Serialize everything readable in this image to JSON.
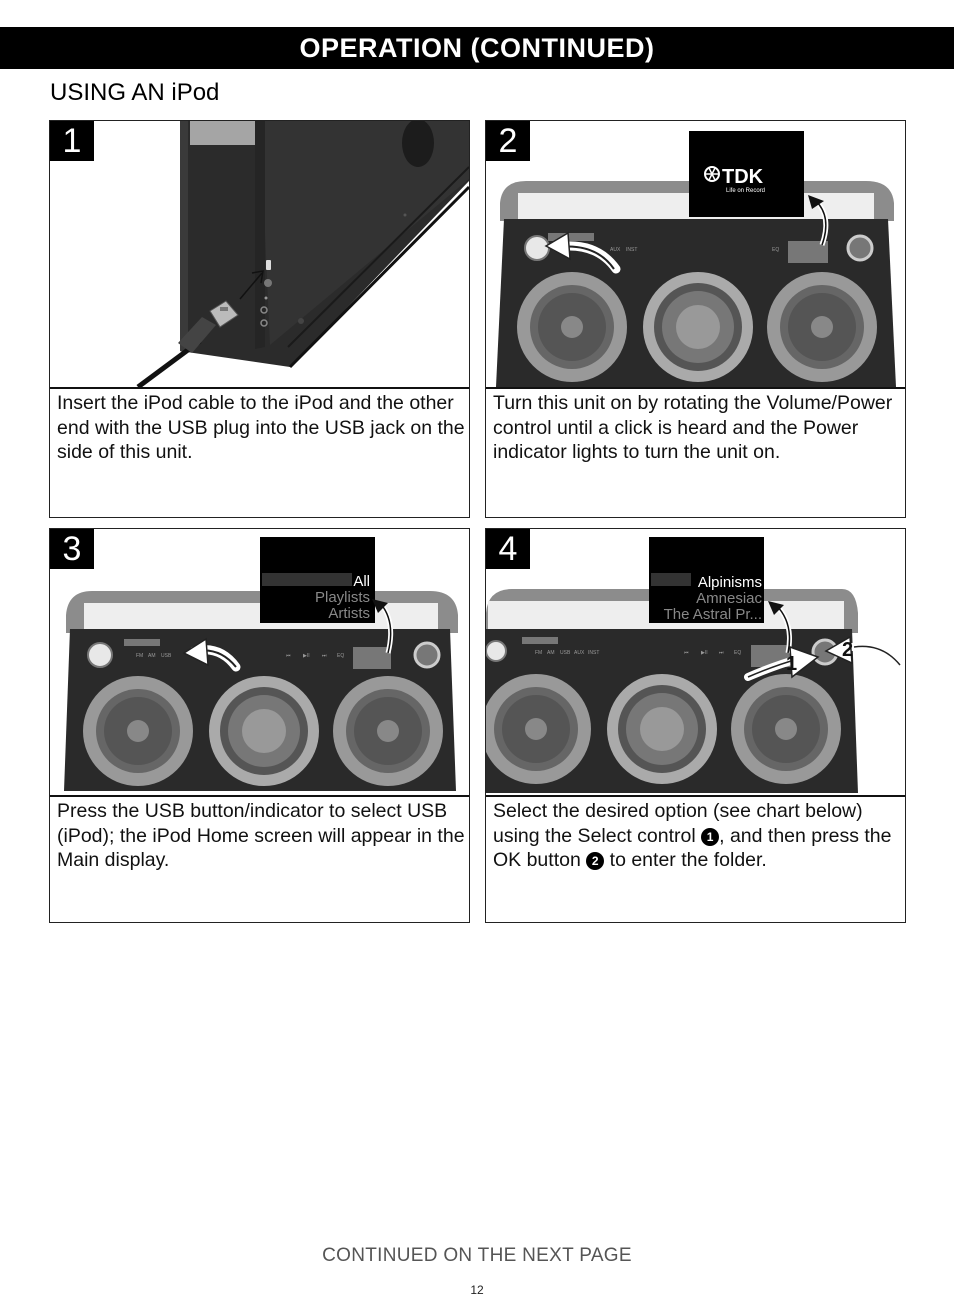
{
  "header": {
    "title": "OPERATION (CONTINUED)"
  },
  "section": {
    "title": "USING AN iPod"
  },
  "steps": [
    {
      "number": "1",
      "text": "Insert the iPod cable to the iPod and the other end with the USB plug into the USB jack on the side of this unit."
    },
    {
      "number": "2",
      "text": "Turn this unit on by rotating the Volume/Power control until a click is heard and the Power indicator lights to turn the unit on."
    },
    {
      "number": "3",
      "text": "Press the USB button/indicator to select USB (iPod); the iPod Home screen will appear in the Main display."
    },
    {
      "number": "4",
      "text_a": "Select the desired option (see chart below) using the Select control ",
      "marker_1": "1",
      "text_b": ", and then press the OK button ",
      "marker_2": "2",
      "text_c": " to enter the folder."
    }
  ],
  "illustrations": {
    "step2": {
      "brand": "TDK",
      "tagline": "Life on Record",
      "source_labels": [
        "AUX",
        "INST"
      ],
      "eq_label": "EQ"
    },
    "step3": {
      "menu": [
        "All",
        "Playlists",
        "Artists"
      ],
      "source_labels": [
        "FM",
        "AM",
        "USB"
      ],
      "transport": [
        "⏮",
        "▶II",
        "⏭"
      ],
      "eq_label": "EQ"
    },
    "step4": {
      "menu": [
        "Alpinisms",
        "Amnesiac",
        "The Astral Pr..."
      ],
      "source_labels": [
        "FM",
        "AM",
        "USB",
        "AUX",
        "INST"
      ],
      "transport": [
        "⏮",
        "▶II",
        "⏭"
      ],
      "eq_label": "EQ",
      "callout_1": "1",
      "callout_2": "2"
    }
  },
  "footer": {
    "continued": "CONTINUED ON THE NEXT PAGE",
    "page_number": "12"
  },
  "colors": {
    "title_bar": "#000000",
    "unit_body": "#2a2a2a",
    "speaker_ring": "#9a9a9a"
  }
}
